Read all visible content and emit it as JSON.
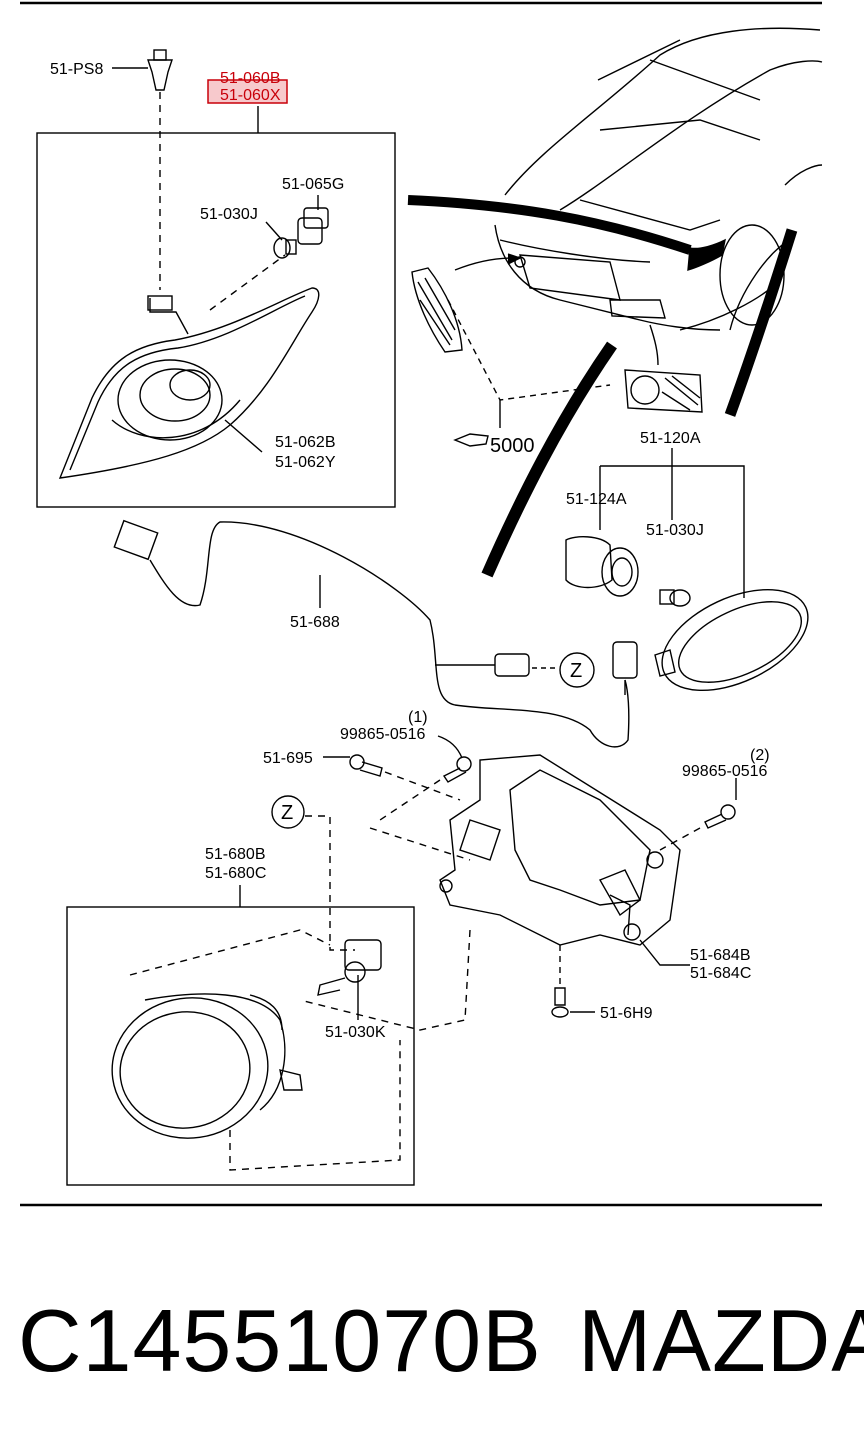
{
  "labels": {
    "ps8": "51-PS8",
    "c060b": "51-060B",
    "c060x": "51-060X",
    "c065g": "51-065G",
    "c030j_a": "51-030J",
    "c062b": "51-062B",
    "c062y": "51-062Y",
    "ref5000": "5000",
    "c120a": "51-120A",
    "c124a": "51-124A",
    "c030j_b": "51-030J",
    "c688": "51-688",
    "zone_z_a": "Z",
    "bolt_qty_1": "(1)",
    "bolt_1": "99865-0516",
    "c695": "51-695",
    "bolt_qty_2": "(2)",
    "bolt_2": "99865-0516",
    "zone_z_b": "Z",
    "c680b": "51-680B",
    "c680c": "51-680C",
    "c030k": "51-030K",
    "c684b": "51-684B",
    "c684c": "51-684C",
    "c6h9": "51-6H9"
  },
  "footer": {
    "part_number": "C14551070B",
    "brand": "MAZDA"
  },
  "colors": {
    "highlight_box": "#c8000a",
    "highlight_fill": "#f7c9cc"
  }
}
